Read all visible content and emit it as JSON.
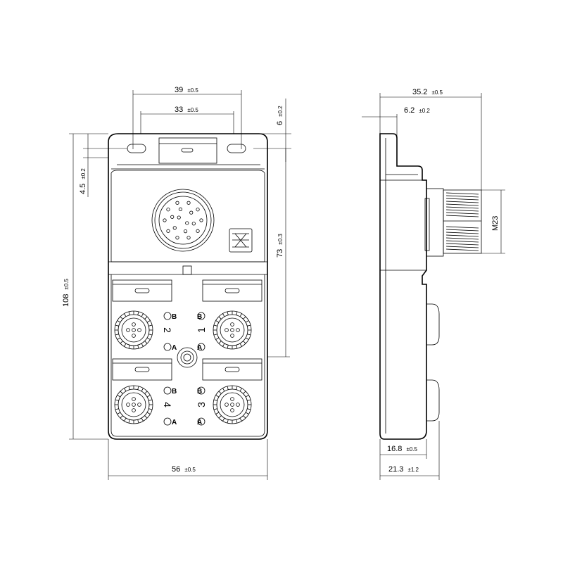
{
  "drawing": {
    "dimensions": {
      "width_top_outer": {
        "value": "39",
        "tolerance": "±0.5"
      },
      "width_top_inner": {
        "value": "33",
        "tolerance": "±0.5"
      },
      "hole_offset_top": {
        "value": "6",
        "tolerance": "±0.2"
      },
      "hole_offset_left": {
        "value": "4.5",
        "tolerance": "±0.2"
      },
      "height_total": {
        "value": "108",
        "tolerance": "±0.5"
      },
      "height_holes": {
        "value": "73",
        "tolerance": "±0.3"
      },
      "width_bottom": {
        "value": "56",
        "tolerance": "±0.5"
      },
      "side_depth_total": {
        "value": "35.2",
        "tolerance": "±0.5"
      },
      "side_flange": {
        "value": "6.2",
        "tolerance": "±0.2"
      },
      "side_body": {
        "value": "16.8",
        "tolerance": "±0.5"
      },
      "side_overall": {
        "value": "21.3",
        "tolerance": "±1.2"
      },
      "connector_thread": {
        "value": "M23"
      }
    },
    "ports": [
      {
        "number": "1",
        "pin_a": "A",
        "pin_b": "B"
      },
      {
        "number": "2",
        "pin_a": "A",
        "pin_b": "B"
      },
      {
        "number": "3",
        "pin_a": "A",
        "pin_b": "B"
      },
      {
        "number": "4",
        "pin_a": "A",
        "pin_b": "B"
      }
    ],
    "led_labels": {
      "a": "A",
      "b": "B"
    }
  }
}
